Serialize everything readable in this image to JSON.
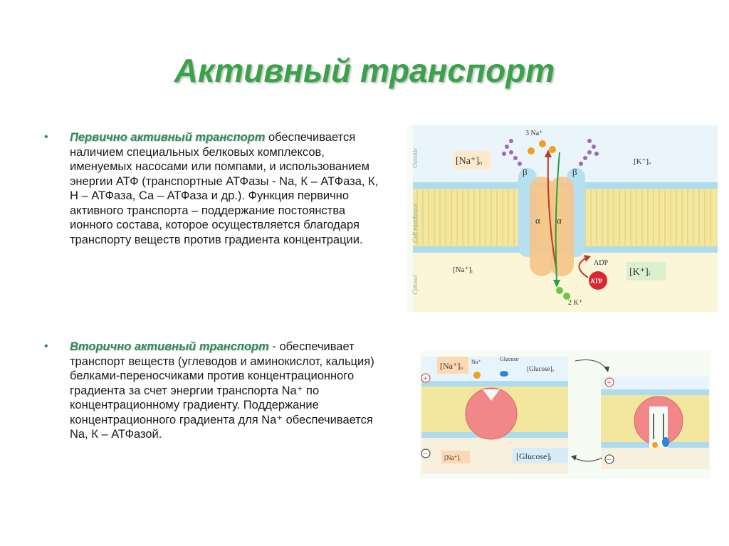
{
  "slide": {
    "title": "Активный транспорт",
    "bullets": [
      {
        "marker": "•",
        "highlight": "Первично активный транспорт",
        "body": " обеспечивается наличием специальных белковых комплексов, именуемых насосами или помпами, и использованием энергии АТФ (транспортные АТФазы - Na, К – АТФаза, К, Н – АТФаза,  Са – АТФаза и др.). Функция первично активного транспорта – поддержание постоянства ионного состава, которое осуществляется благодаря транспорту веществ против градиента концентрации."
      },
      {
        "marker": "•",
        "highlight": "Вторично активный транспорт",
        "body": " - обеспечивает транспорт веществ (углеводов и аминокислот,  кальция) белками-переносчиками против концентрационного градиента за счет энергии транспорта Na⁺ по концентрационному градиенту. Поддержание концентрационного градиента для  Na⁺ обеспечивается Na, К – АТФазой."
      }
    ]
  },
  "figure1": {
    "side_outside": "Outside",
    "side_membrane": "Cell membrane",
    "side_cytosol": "Cytosol",
    "na_out": "[Na⁺]ₒ",
    "k_out": "[K⁺]ₒ",
    "na_in": "[Na⁺]ᵢ",
    "k_in": "[K⁺]ᵢ",
    "na_top": "3 Na⁺",
    "k_bottom": "2 K⁺",
    "beta_left": "β",
    "beta_right": "β",
    "alpha_left": "α",
    "alpha_right": "α",
    "adp": "ADP",
    "atp": "ATP"
  },
  "figure2": {
    "plus_left": "+",
    "minus_left": "−",
    "plus_right": "+",
    "minus_right": "−",
    "na_out": "[Na⁺]ₒ",
    "na_label": "Na⁺",
    "glucose_label": "Glucose",
    "glucose_out": "[Glucose]ₒ",
    "na_in": "[Na⁺]ᵢ",
    "glucose_in": "[Glucose]ᵢ"
  }
}
